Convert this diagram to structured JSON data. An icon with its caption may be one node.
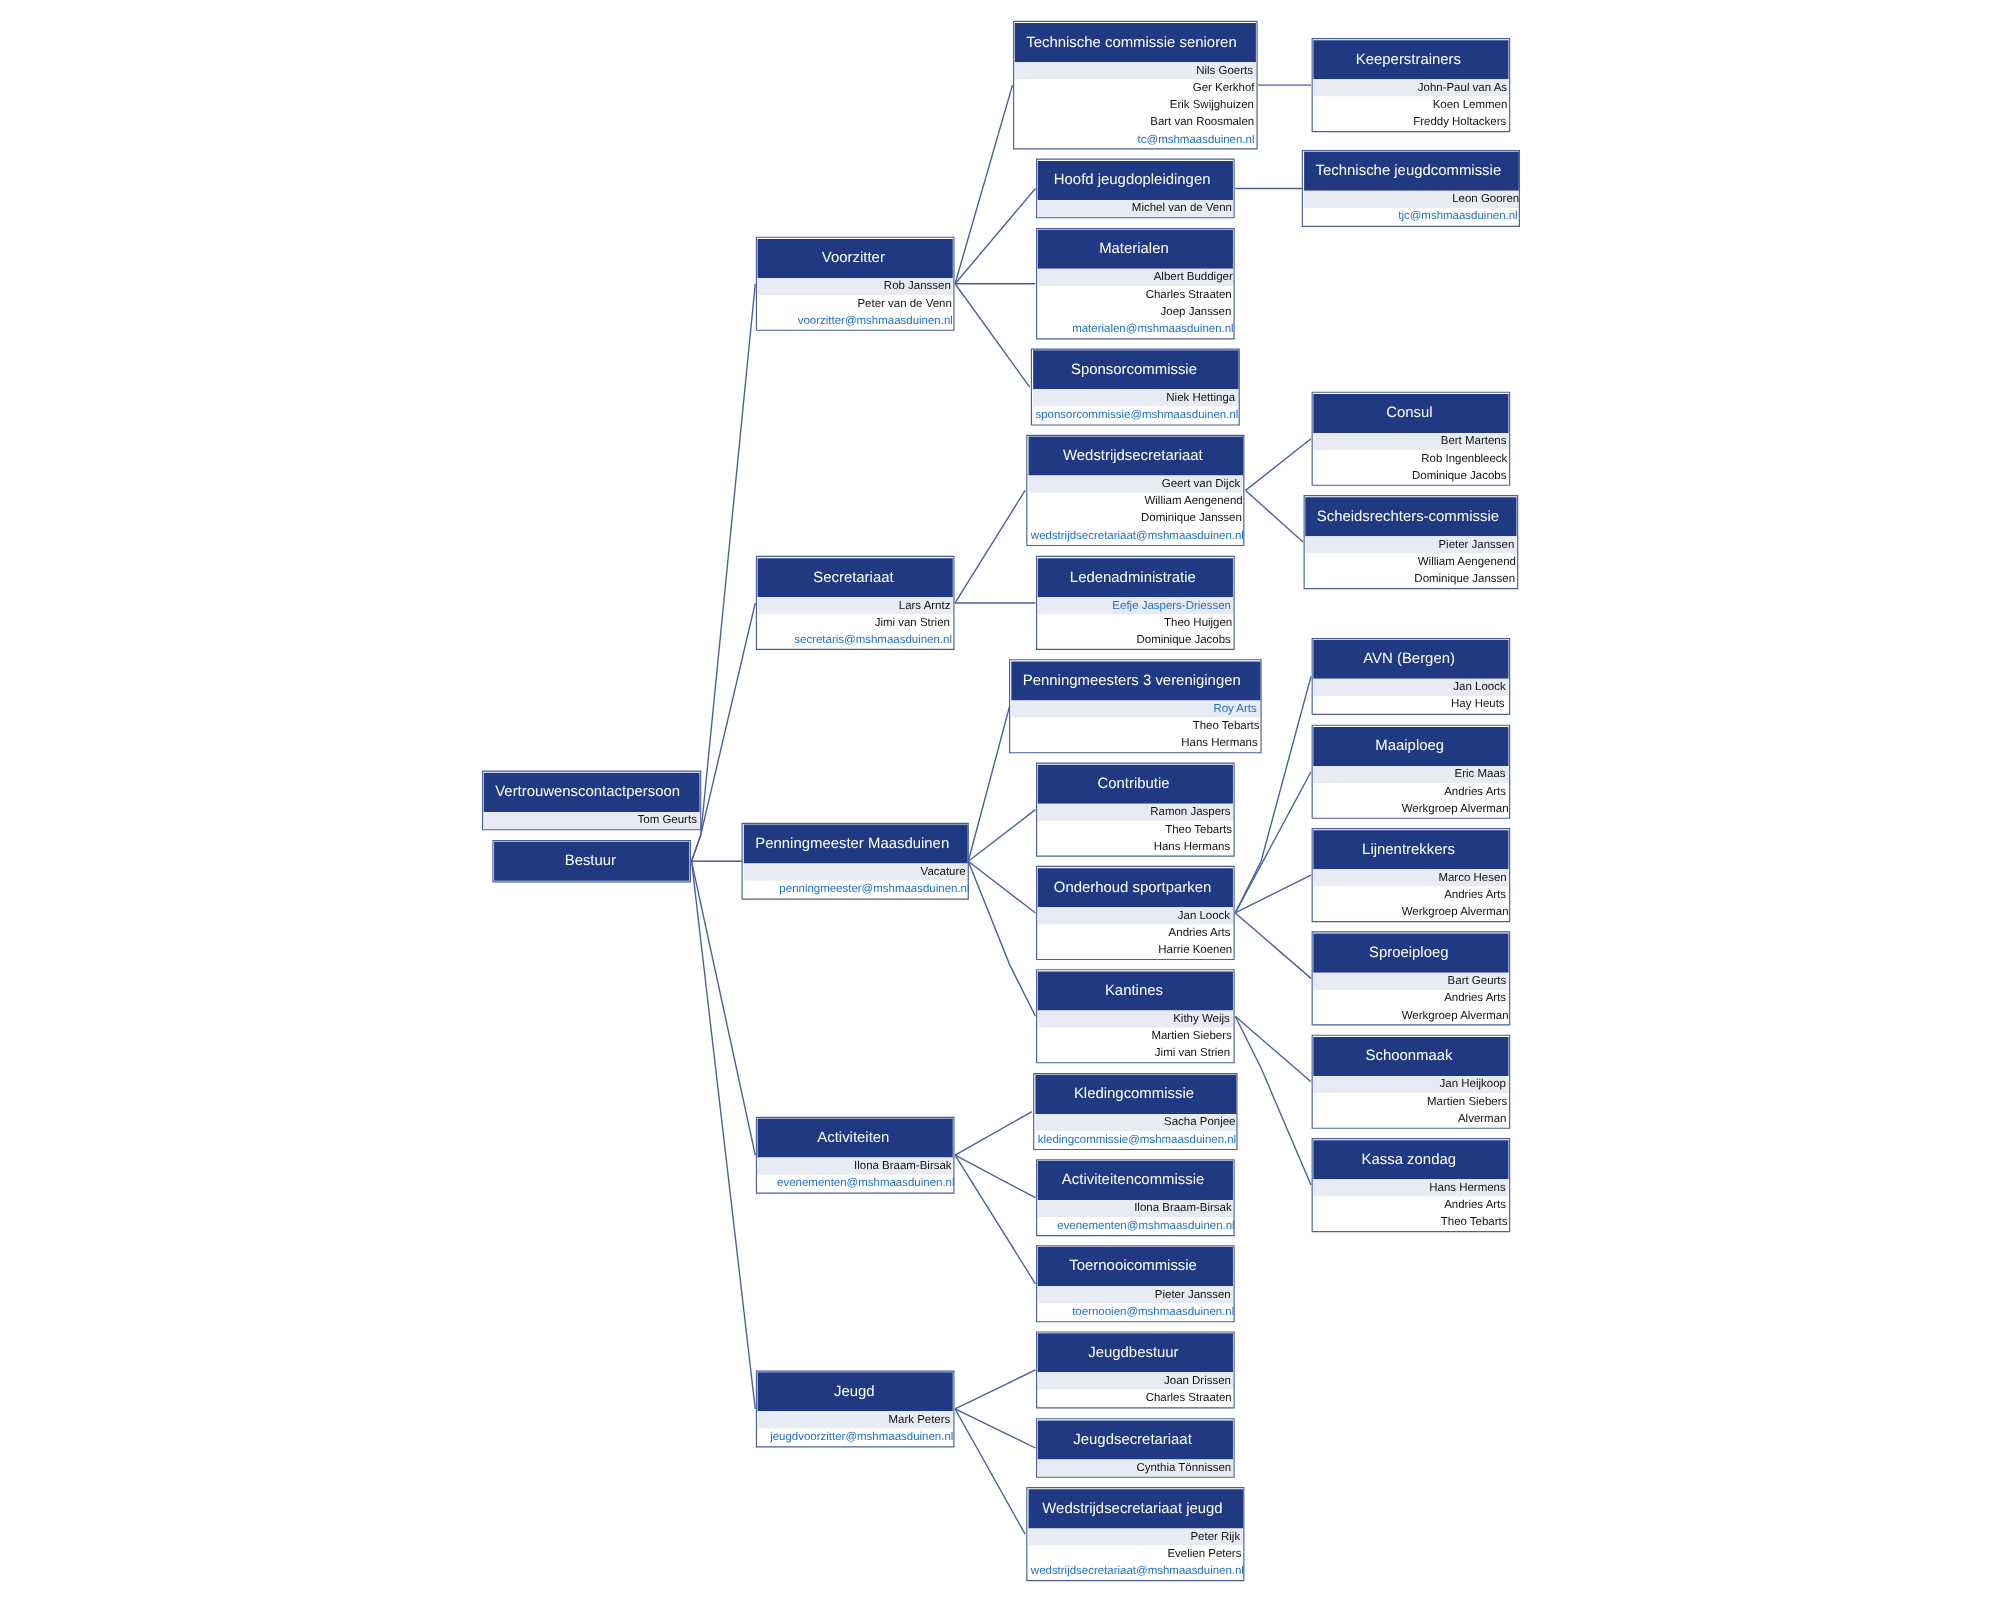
{
  "diagram": {
    "nodes": [
      {
        "text": [
          "Bestuur"
        ]
      },
      {
        "text": [
          "Vertrouwenscontactpersoon",
          "Tom Geurts"
        ]
      },
      {
        "text": [
          "Voorzitter",
          "Rob Janssen",
          "Peter van de Venn",
          "voorzitter@mshmaasduinen.nl"
        ]
      },
      {
        "text": [
          "Secretariaat",
          "Lars Arntz",
          "Jimi van Strien",
          "secretaris@mshmaasduinen.nl"
        ]
      },
      {
        "text": [
          "Penningmeester Maasduinen",
          "Vacature",
          "penningmeester@mshmaasduinen.nl"
        ]
      },
      {
        "text": [
          "Activiteiten",
          "Ilona Braam-Birsak",
          "evenementen@mshmaasduinen.nl"
        ]
      },
      {
        "text": [
          "Jeugd",
          "Mark Peters",
          "jeugdvoorzitter@mshmaasduinen.nl"
        ]
      },
      {
        "text": [
          "Technische commissie senioren",
          "Nils Goerts",
          "Ger Kerkhof",
          "Erik Swijghuizen",
          "Bart van Roosmalen",
          "tc@mshmaasduinen.nl"
        ]
      },
      {
        "text": [
          "Wedstrijdsecretariaat",
          "Geert van Dijck",
          "William Aengenend",
          "Dominique Janssen",
          "wedstrijdsecretariaat@mshmaasduinen.nl"
        ]
      },
      {
        "text": [
          "Penningmeesters 3 verenigingen",
          "Roy Arts",
          "Theo Tebarts",
          "Hans Hermans"
        ]
      },
      {
        "text": [
          "Kledingcommissie",
          "Sacha Ponjee",
          "kledingcommissie@mshmaasduinen.nl"
        ]
      },
      {
        "text": [
          "Jeugdbestuur",
          "Joan Drissen",
          "Charles Straaten"
        ]
      },
      {
        "text": [
          "Keeperstrainers",
          "John-Paul van As",
          "Koen Lemmen",
          "Freddy Holtackers"
        ]
      },
      {
        "text": [
          "Consul",
          "Bert Martens",
          "Rob Ingenbleeck",
          "Dominique Jacobs"
        ]
      },
      {
        "text": [
          "Contributie",
          "Ramon Jaspers",
          "Theo Tebarts",
          "Hans Hermans"
        ]
      },
      {
        "text": [
          "Activiteitencommissie",
          "Ilona Braam-Birsak",
          "evenementen@mshmaasduinen.nl"
        ]
      },
      {
        "text": [
          "Jeugdsecretariaat",
          "Cynthia Tönnissen"
        ]
      },
      {
        "text": [
          "Onderhoud sportparken",
          "Jan Loock",
          "Andries Arts",
          "Harrie Koenen"
        ]
      },
      {
        "text": [
          "Hoofd jeugdopleidingen",
          "Michel van de Venn"
        ]
      },
      {
        "text": [
          "Scheidsrechters-commissie",
          "Pieter Janssen",
          "William Aengenend",
          "Dominique Janssen"
        ]
      },
      {
        "text": [
          "Toernooicommissie",
          "Pieter Janssen",
          "toernooien@mshmaasduinen.nl"
        ]
      },
      {
        "text": [
          "Wedstrijdsecretariaat jeugd",
          "Peter Rijk",
          "Evelien Peters",
          "wedstrijdsecretariaat@mshmaasduinen.nl"
        ]
      },
      {
        "text": [
          "AVN (Bergen)",
          "Jan Loock",
          "Hay Heuts"
        ]
      },
      {
        "text": [
          "Maaiploeg",
          "Eric Maas",
          "Andries Arts",
          "Werkgroep Alverman"
        ]
      },
      {
        "text": [
          "Lijnentrekkers",
          "Marco Hesen",
          "Andries Arts",
          "Werkgroep Alverman"
        ]
      },
      {
        "text": [
          "Sproeiploeg",
          "Bart Geurts",
          "Andries Arts",
          "Werkgroep Alverman"
        ]
      },
      {
        "text": [
          "Technische jeugdcommissie",
          "Leon Gooren",
          "tjc@mshmaasduinen.nl"
        ]
      },
      {
        "text": [
          "Ledenadministratie",
          "Eefje Jaspers-Driessen",
          "Theo Huijgen",
          "Dominique Jacobs"
        ]
      },
      {
        "text": [
          "Kantines",
          "Kithy Weijs",
          "Martien Siebers",
          "Jimi van Strien"
        ]
      },
      {
        "text": [
          "Materialen",
          "Albert Buddiger",
          "Charles Straaten",
          "Joep Janssen",
          "materialen@mshmaasduinen.nl"
        ]
      },
      {
        "text": [
          "Schoonmaak",
          "Jan Heijkoop",
          "Martien Siebers",
          "Alverman"
        ]
      },
      {
        "text": [
          "Kassa zondag",
          "Hans Hermens",
          "Andries Arts",
          "Theo Tebarts"
        ]
      },
      {
        "text": [
          "Sponsorcommissie",
          "Niek Hettinga",
          "sponsorcommissie@mshmaasduinen.nl"
        ]
      }
    ],
    "edges": [
      {
        "from": 0,
        "to": 2,
        "arrow": "none"
      },
      {
        "from": 0,
        "to": 3,
        "arrow": "none"
      },
      {
        "from": 0,
        "to": 4,
        "arrow": "none"
      },
      {
        "from": 0,
        "to": 5,
        "arrow": "none"
      },
      {
        "from": 0,
        "to": 6,
        "arrow": "none"
      },
      {
        "from": 2,
        "to": 7,
        "arrow": "none"
      },
      {
        "from": 7,
        "to": 12,
        "arrow": "none"
      },
      {
        "from": 2,
        "to": 18,
        "arrow": "none"
      },
      {
        "from": 18,
        "to": 26,
        "arrow": "none"
      },
      {
        "from": 2,
        "to": 29,
        "arrow": "none"
      },
      {
        "from": 2,
        "to": 32,
        "arrow": "none"
      },
      {
        "from": 3,
        "to": 8,
        "arrow": "none"
      },
      {
        "from": 8,
        "to": 13,
        "arrow": "none"
      },
      {
        "from": 8,
        "to": 19,
        "arrow": "none"
      },
      {
        "from": 3,
        "to": 27,
        "arrow": "none"
      },
      {
        "from": 4,
        "to": 9,
        "arrow": "none"
      },
      {
        "from": 4,
        "to": 14,
        "arrow": "none"
      },
      {
        "from": 4,
        "to": 17,
        "arrow": "none"
      },
      {
        "from": 17,
        "to": 22,
        "arrow": "none"
      },
      {
        "from": 17,
        "to": 23,
        "arrow": "none"
      },
      {
        "from": 17,
        "to": 24,
        "arrow": "none"
      },
      {
        "from": 17,
        "to": 25,
        "arrow": "none"
      },
      {
        "from": 4,
        "to": 28,
        "arrow": "none"
      },
      {
        "from": 28,
        "to": 30,
        "arrow": "none"
      },
      {
        "from": 28,
        "to": 31,
        "arrow": "none"
      },
      {
        "from": 5,
        "to": 10,
        "arrow": "none"
      },
      {
        "from": 5,
        "to": 15,
        "arrow": "none"
      },
      {
        "from": 5,
        "to": 20,
        "arrow": "none"
      },
      {
        "from": 6,
        "to": 11,
        "arrow": "none"
      },
      {
        "from": 6,
        "to": 16,
        "arrow": "none"
      },
      {
        "from": 6,
        "to": 21,
        "arrow": "none"
      }
    ]
  }
}
